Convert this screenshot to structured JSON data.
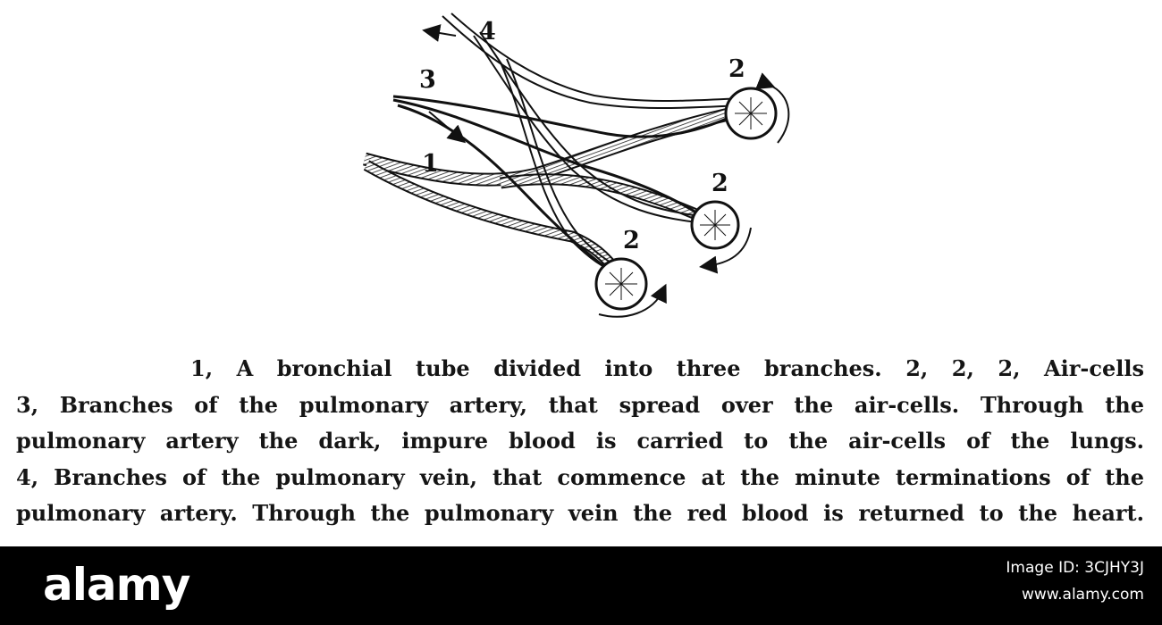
{
  "figure": {
    "labels": {
      "bronchial_tube": "1",
      "air_cell_top": "2",
      "air_cell_middle": "2",
      "air_cell_bottom": "2",
      "pulmonary_artery": "3",
      "pulmonary_vein": "4"
    }
  },
  "caption": {
    "lines": [
      "1, A bronchial tube divided into three branches.  2, 2, 2, Air-cells",
      "3, Branches of the pulmonary artery, that spread over the air-cells.  Through the",
      "pulmonary artery the dark, impure blood is carried to the air-cells of the lungs.",
      "4, Branches of the pulmonary vein, that commence at the minute terminations of the",
      "pulmonary artery.  Through the pulmonary vein the red blood is returned to the heart."
    ]
  },
  "watermark": {
    "logo": "alamy",
    "image_id": "Image ID: 3CJHY3J",
    "site": "www.alamy.com"
  }
}
